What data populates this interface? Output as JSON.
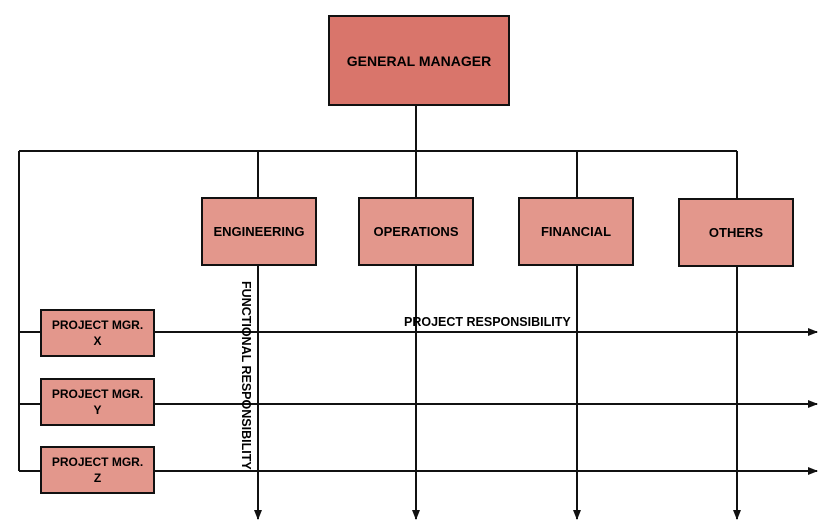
{
  "general_manager": "GENERAL MANAGER",
  "departments": [
    "ENGINEERING",
    "OPERATIONS",
    "FINANCIAL",
    "OTHERS"
  ],
  "project_managers": [
    {
      "line1": "PROJECT MGR.",
      "line2": "X"
    },
    {
      "line1": "PROJECT MGR.",
      "line2": "Y"
    },
    {
      "line1": "PROJECT MGR.",
      "line2": "Z"
    }
  ],
  "labels": {
    "project_responsibility": "PROJECT RESPONSIBILITY",
    "functional_responsibility": "FUNCTIONAL RESPONSIBILITY"
  },
  "colors": {
    "general_manager_fill": "#d9756b",
    "box_fill": "#e3978c",
    "line": "#111111"
  }
}
